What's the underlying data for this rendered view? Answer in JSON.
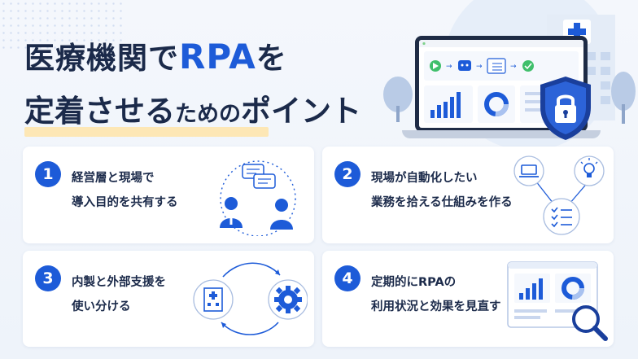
{
  "title": {
    "line1_text": "医療機関で",
    "line1_highlight": "RPA",
    "line1_suffix": "を",
    "line2_large": "定着させる",
    "line2_small": "ための",
    "line2_end": "ポイント"
  },
  "cards": [
    {
      "number": "1",
      "line1": "経営層と現場で",
      "line2": "導入目的を共有する"
    },
    {
      "number": "2",
      "line1": "現場が自動化したい",
      "line2": "業務を拾える仕組みを作る"
    },
    {
      "number": "3",
      "line1": "内製と外部支援を",
      "line2": "使い分ける"
    },
    {
      "number": "4",
      "line1": "定期的にRPAの",
      "line2": "利用状況と効果を見直す"
    }
  ],
  "colors": {
    "accent": "#1d5bd8",
    "title_text": "#1b2a4a",
    "highlight": "#fde7b5",
    "card_bg": "#ffffff"
  },
  "icons": [
    "hospital-icon",
    "shield-lock-icon",
    "laptop-icon",
    "robot-icon",
    "chat-bubbles-icon",
    "people-icon",
    "lightbulb-icon",
    "checklist-icon",
    "gear-icon",
    "magnifier-icon",
    "dashboard-icon"
  ]
}
